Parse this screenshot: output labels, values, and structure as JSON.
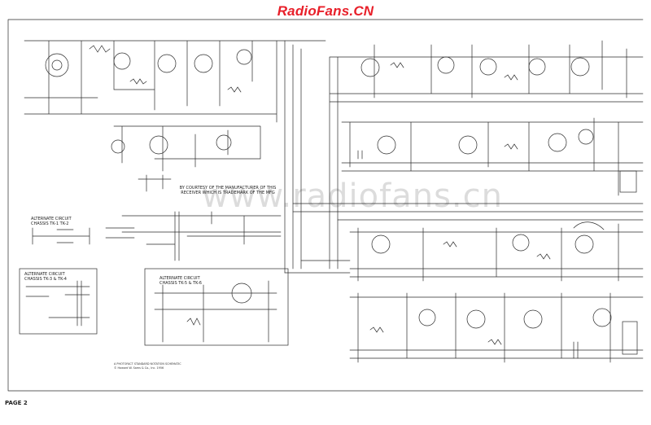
{
  "header": {
    "site_title": "RadioFans.CN"
  },
  "watermark": {
    "text": "www.radiofans.cn"
  },
  "notes": {
    "courtesy": "BY COURTESY OF THE MANUFACTURER OF THIS\nRECEIVER WHICH IS TRADEMARK OF THE MFG",
    "alt_circuit_1": "ALTERNATE CIRCUIT\nCHASSIS TK-1 TK-2",
    "alt_circuit_2": "ALTERNATE CIRCUIT\nCHASSIS TK-3 & TK-4",
    "alt_circuit_3": "ALTERNATE CIRCUIT\nCHASSIS TK-5 & TK-6",
    "footer": "A PHOTOFACT STANDARD NOTATION SCHEMATIC\n© Howard W. Sams & Co., Inc. 1956"
  },
  "page": {
    "label": "PAGE 2"
  },
  "colors": {
    "brand": "#e8202a",
    "ink": "#2b2b2b",
    "paper": "#ffffff"
  }
}
